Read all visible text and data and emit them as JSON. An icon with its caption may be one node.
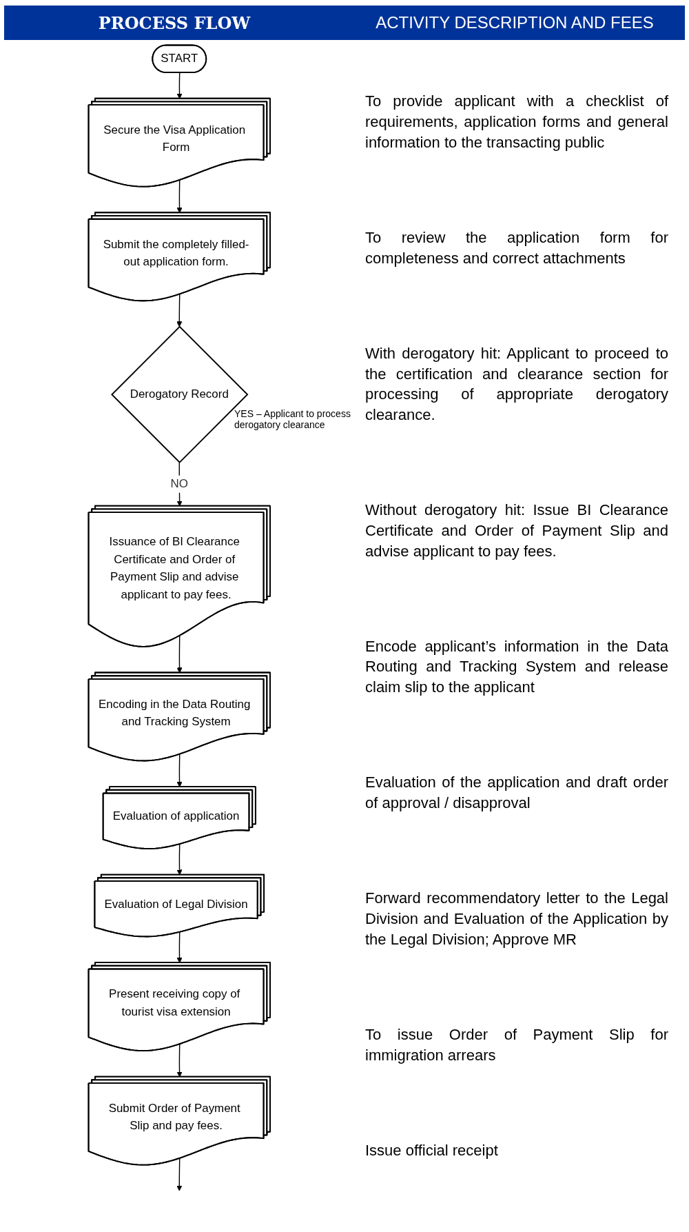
{
  "diagram": {
    "nodes": [
      {
        "text": [
          "START"
        ]
      },
      {
        "text": [
          "Secure the Visa Application Form"
        ]
      },
      {
        "text": [
          "Submit the completely filled-out application form."
        ]
      },
      {
        "text": [
          "Derogatory Record"
        ],
        "beside": [
          "YES – Applicant to process derogatory clearance"
        ]
      },
      {
        "text": [
          "Issuance of BI Clearance Certificate and Order of Payment Slip and advise applicant to pay fees."
        ]
      },
      {
        "text": [
          "Encoding in the Data Routing and Tracking System"
        ]
      },
      {
        "text": [
          "Evaluation of application"
        ]
      },
      {
        "text": [
          "Evaluation of Legal Division"
        ]
      },
      {
        "text": [
          "Present receiving copy of tourist visa extension"
        ]
      },
      {
        "text": [
          "Submit Order of Payment Slip and pay fees."
        ]
      }
    ],
    "edges": [
      {
        "from": 0,
        "to": 1,
        "arrow": "to"
      },
      {
        "from": 1,
        "to": 2,
        "arrow": "to"
      },
      {
        "from": 2,
        "to": 3,
        "arrow": "to"
      },
      {
        "from": 3,
        "to": 4,
        "arrow": "to",
        "label": "NO"
      },
      {
        "from": 4,
        "to": 5,
        "arrow": "to"
      },
      {
        "from": 5,
        "to": 6,
        "arrow": "to"
      },
      {
        "from": 6,
        "to": 7,
        "arrow": "to"
      },
      {
        "from": 7,
        "to": 8,
        "arrow": "to"
      },
      {
        "from": 8,
        "to": 9,
        "arrow": "to"
      },
      {
        "from": 9,
        "to": null,
        "arrow": "to"
      }
    ],
    "labels": [
      "PROCESS FLOW",
      "ACTIVITY DESCRIPTION AND FEES",
      "To provide applicant with a checklist of requirements, application forms and general information to the transacting public",
      "To review the application form for completeness and correct attachments",
      "With derogatory hit: Applicant to proceed to the certification and clearance section for processing of appropriate derogatory clearance.",
      "Without derogatory hit: Issue BI Clearance Certificate and Order of Payment Slip and advise applicant to pay fees.",
      "Encode applicant’s information in the Data Routing and Tracking System and release claim slip to the applicant",
      "Evaluation of the application and draft order of approval / disapproval",
      "Forward recommendatory letter to the Legal Division and Evaluation of the Application by the Legal Division; Approve MR",
      "To issue Order of Payment Slip for immigration arrears",
      "Issue official receipt"
    ]
  }
}
